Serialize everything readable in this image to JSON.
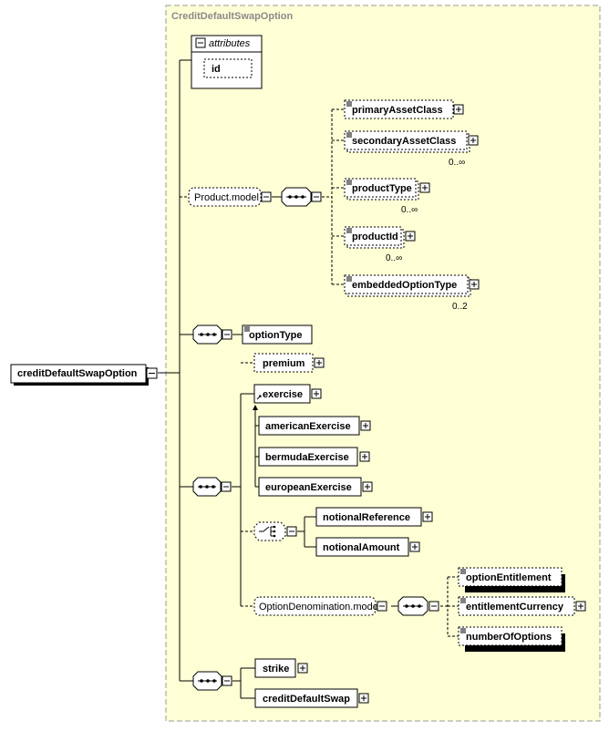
{
  "diagram": {
    "frame_title": "CreditDefaultSwapOption",
    "root": {
      "label": "creditDefaultSwapOption"
    },
    "attributes": {
      "title": "attributes",
      "id": "id"
    },
    "product_model": {
      "group_label": "Product.model",
      "elements": [
        {
          "label": "primaryAssetClass",
          "occurrence": ""
        },
        {
          "label": "secondaryAssetClass",
          "occurrence": "0..∞"
        },
        {
          "label": "productType",
          "occurrence": "0..∞"
        },
        {
          "label": "productId",
          "occurrence": "0..∞"
        },
        {
          "label": "embeddedOptionType",
          "occurrence": "0..2"
        }
      ]
    },
    "option_type": {
      "label": "optionType"
    },
    "main_sequence": {
      "premium": "premium",
      "exercise": "exercise",
      "exercise_subtypes": [
        "americanExercise",
        "bermudaExercise",
        "europeanExercise"
      ],
      "notional_choice": [
        "notionalReference",
        "notionalAmount"
      ],
      "option_denomination": {
        "group_label": "OptionDenomination.model",
        "elements": [
          "optionEntitlement",
          "entitlementCurrency",
          "numberOfOptions"
        ]
      }
    },
    "last_sequence": {
      "elements": [
        "strike",
        "creditDefaultSwap"
      ]
    }
  }
}
